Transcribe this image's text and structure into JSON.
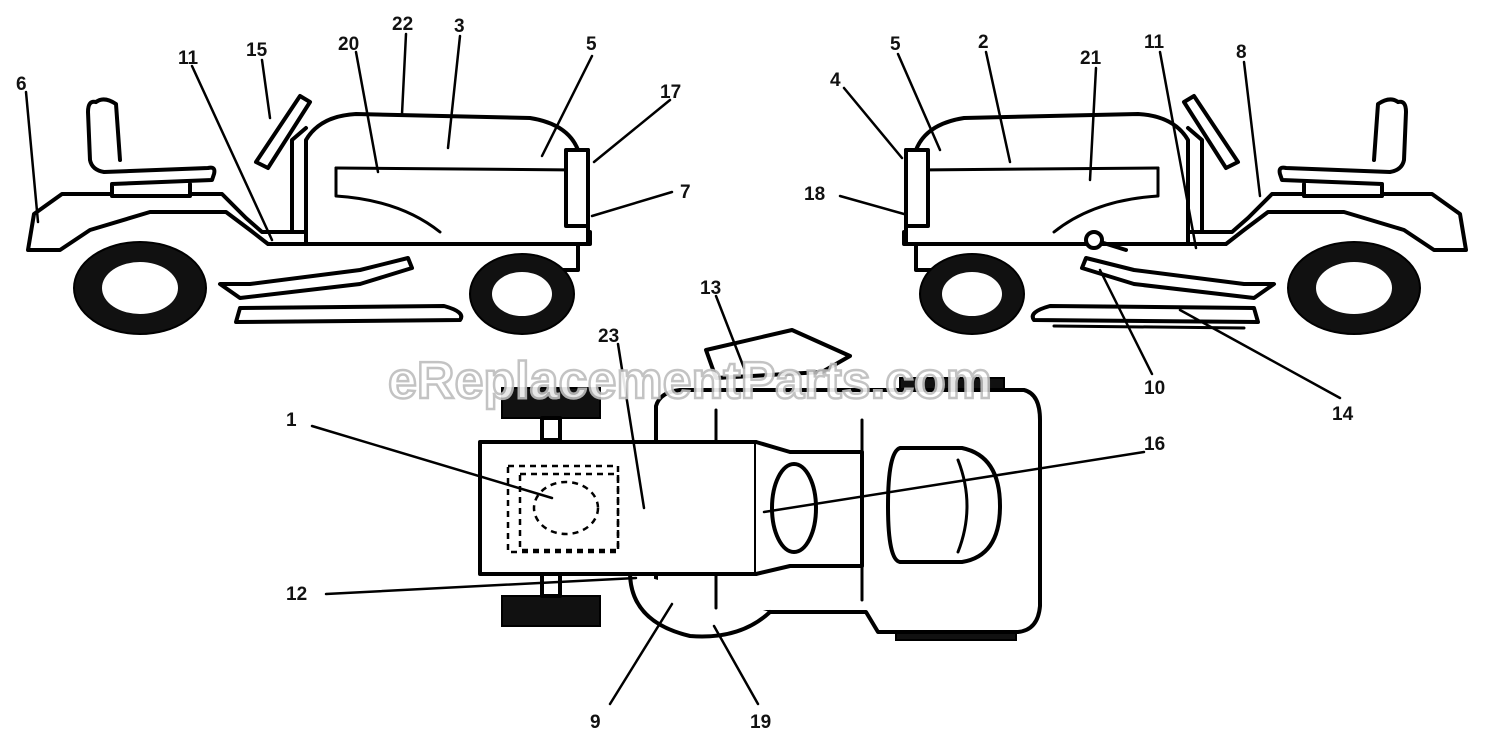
{
  "watermark": "eReplacementParts.com",
  "labels": {
    "l1": "1",
    "l2": "2",
    "l3": "3",
    "l4": "4",
    "l5a": "5",
    "l5b": "5",
    "l6": "6",
    "l7": "7",
    "l8": "8",
    "l9": "9",
    "l10": "10",
    "l11a": "11",
    "l11b": "11",
    "l12": "12",
    "l13": "13",
    "l14": "14",
    "l15": "15",
    "l16": "16",
    "l17": "17",
    "l18": "18",
    "l19": "19",
    "l20": "20",
    "l21": "21",
    "l22": "22",
    "l23": "23"
  }
}
